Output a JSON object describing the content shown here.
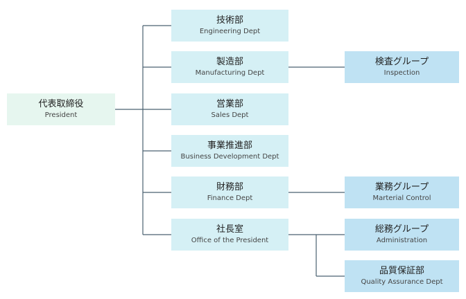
{
  "org_chart": {
    "president": {
      "jp": "代表取締役",
      "en": "President"
    },
    "departments": [
      {
        "jp": "技術部",
        "en": "Engineering Dept"
      },
      {
        "jp": "製造部",
        "en": "Manufacturing Dept"
      },
      {
        "jp": "営業部",
        "en": "Sales Dept"
      },
      {
        "jp": "事業推進部",
        "en": "Business Development Dept"
      },
      {
        "jp": "財務部",
        "en": "Finance Dept"
      },
      {
        "jp": "社長室",
        "en": "Office of the President"
      }
    ],
    "groups": [
      {
        "jp": "検査グループ",
        "en": "Inspection",
        "parent": "製造部"
      },
      {
        "jp": "業務グループ",
        "en": "Marterial Control",
        "parent": "財務部"
      },
      {
        "jp": "総務グループ",
        "en": "Administration",
        "parent": "社長室"
      },
      {
        "jp": "品質保証部",
        "en": "Quality Assurance Dept",
        "parent": "社長室"
      }
    ]
  },
  "colors": {
    "president_box": "#e6f6ef",
    "department_box": "#d5f0f5",
    "group_box": "#bfe2f3",
    "connector": "#4a6070"
  }
}
